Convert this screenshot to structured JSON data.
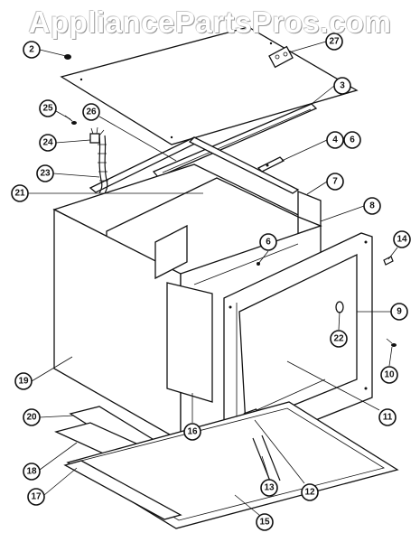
{
  "watermark": "AppliancePartsPros.com",
  "callouts": [
    {
      "id": "c2",
      "label": "2"
    },
    {
      "id": "c27",
      "label": "27"
    },
    {
      "id": "c3",
      "label": "3"
    },
    {
      "id": "c25",
      "label": "25"
    },
    {
      "id": "c26",
      "label": "26"
    },
    {
      "id": "c24",
      "label": "24"
    },
    {
      "id": "c4",
      "label": "4"
    },
    {
      "id": "c6a",
      "label": "6"
    },
    {
      "id": "c23",
      "label": "23"
    },
    {
      "id": "c7",
      "label": "7"
    },
    {
      "id": "c21",
      "label": "21"
    },
    {
      "id": "c8",
      "label": "8"
    },
    {
      "id": "c6b",
      "label": "6"
    },
    {
      "id": "c14",
      "label": "14"
    },
    {
      "id": "c9",
      "label": "9"
    },
    {
      "id": "c22",
      "label": "22"
    },
    {
      "id": "c19",
      "label": "19"
    },
    {
      "id": "c10",
      "label": "10"
    },
    {
      "id": "c11",
      "label": "11"
    },
    {
      "id": "c20",
      "label": "20"
    },
    {
      "id": "c16",
      "label": "16"
    },
    {
      "id": "c18",
      "label": "18"
    },
    {
      "id": "c13",
      "label": "13"
    },
    {
      "id": "c12",
      "label": "12"
    },
    {
      "id": "c17",
      "label": "17"
    },
    {
      "id": "c15",
      "label": "15"
    }
  ]
}
